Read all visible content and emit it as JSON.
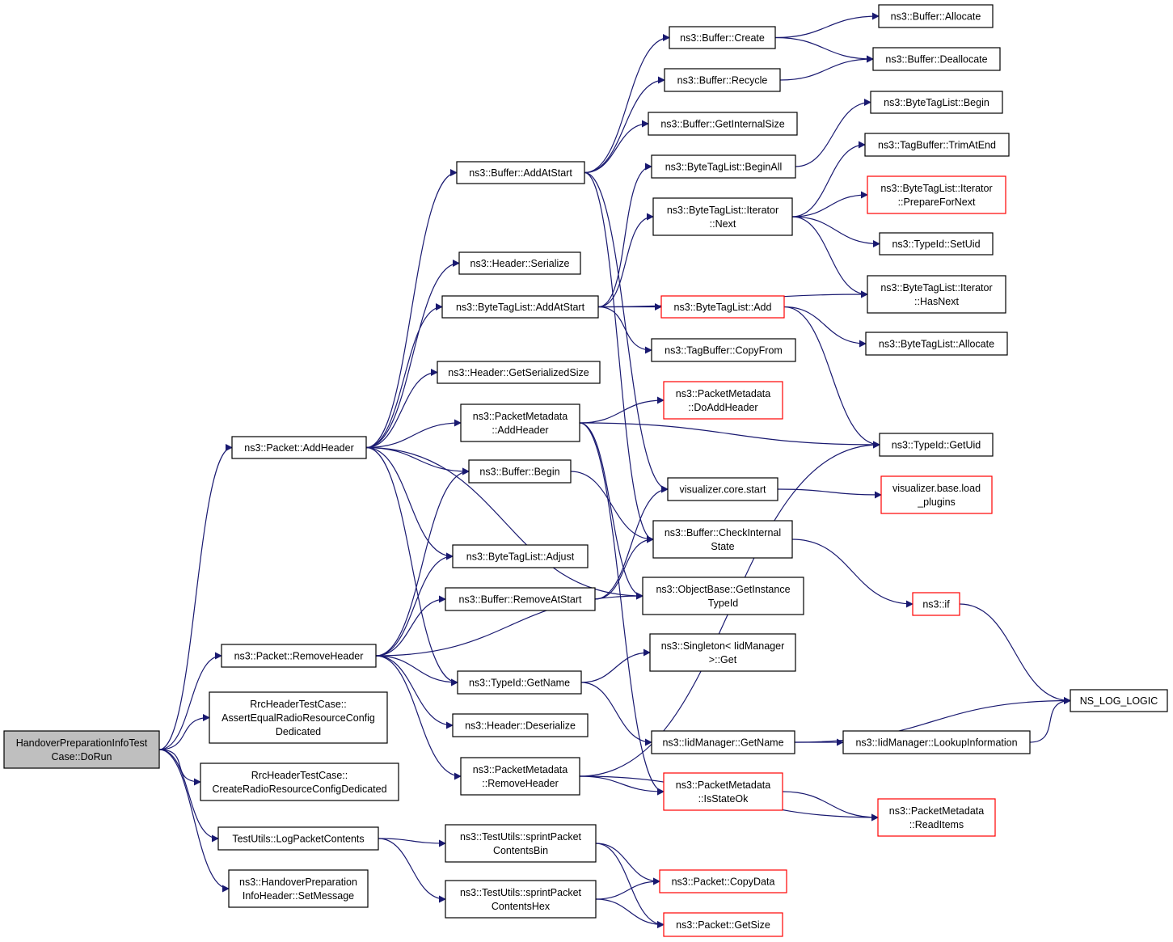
{
  "colors": {
    "edge": "#191970",
    "node_border": "#000000",
    "node_border_truncated": "#ff0000",
    "node_fill": "#ffffff",
    "root_fill": "#bfbfbf",
    "text": "#000000"
  },
  "nodes": {
    "root": {
      "lines": [
        "HandoverPreparationInfoTest",
        "Case::DoRun"
      ],
      "style": "root"
    },
    "packet_addheader": {
      "lines": [
        "ns3::Packet::AddHeader"
      ],
      "style": "normal"
    },
    "packet_removeheader": {
      "lines": [
        "ns3::Packet::RemoveHeader"
      ],
      "style": "normal"
    },
    "rrc_assert": {
      "lines": [
        "RrcHeaderTestCase::",
        "AssertEqualRadioResourceConfig",
        "Dedicated"
      ],
      "style": "normal"
    },
    "rrc_create": {
      "lines": [
        "RrcHeaderTestCase::",
        "CreateRadioResourceConfigDedicated"
      ],
      "style": "normal"
    },
    "testutils_log": {
      "lines": [
        "TestUtils::LogPacketContents"
      ],
      "style": "normal"
    },
    "hoprep_setmessage": {
      "lines": [
        "ns3::HandoverPreparation",
        "InfoHeader::SetMessage"
      ],
      "style": "normal"
    },
    "buffer_addatstart": {
      "lines": [
        "ns3::Buffer::AddAtStart"
      ],
      "style": "normal"
    },
    "header_serialize": {
      "lines": [
        "ns3::Header::Serialize"
      ],
      "style": "normal"
    },
    "btl_addatstart": {
      "lines": [
        "ns3::ByteTagList::AddAtStart"
      ],
      "style": "normal"
    },
    "header_getserializedsize": {
      "lines": [
        "ns3::Header::GetSerializedSize"
      ],
      "style": "normal"
    },
    "pm_addheader": {
      "lines": [
        "ns3::PacketMetadata",
        "::AddHeader"
      ],
      "style": "normal"
    },
    "buffer_begin": {
      "lines": [
        "ns3::Buffer::Begin"
      ],
      "style": "normal"
    },
    "btl_adjust": {
      "lines": [
        "ns3::ByteTagList::Adjust"
      ],
      "style": "normal"
    },
    "buffer_removeatstart": {
      "lines": [
        "ns3::Buffer::RemoveAtStart"
      ],
      "style": "normal"
    },
    "typeid_getname": {
      "lines": [
        "ns3::TypeId::GetName"
      ],
      "style": "normal"
    },
    "header_deserialize": {
      "lines": [
        "ns3::Header::Deserialize"
      ],
      "style": "normal"
    },
    "pm_removeheader": {
      "lines": [
        "ns3::PacketMetadata",
        "::RemoveHeader"
      ],
      "style": "normal"
    },
    "tu_sprintbin": {
      "lines": [
        "ns3::TestUtils::sprintPacket",
        "ContentsBin"
      ],
      "style": "normal"
    },
    "tu_sprinthex": {
      "lines": [
        "ns3::TestUtils::sprintPacket",
        "ContentsHex"
      ],
      "style": "normal"
    },
    "buffer_create": {
      "lines": [
        "ns3::Buffer::Create"
      ],
      "style": "normal"
    },
    "buffer_recycle": {
      "lines": [
        "ns3::Buffer::Recycle"
      ],
      "style": "normal"
    },
    "buffer_getinternalsize": {
      "lines": [
        "ns3::Buffer::GetInternalSize"
      ],
      "style": "normal"
    },
    "btl_beginall": {
      "lines": [
        "ns3::ByteTagList::BeginAll"
      ],
      "style": "normal"
    },
    "btl_iter_next": {
      "lines": [
        "ns3::ByteTagList::Iterator",
        "::Next"
      ],
      "style": "normal"
    },
    "btl_add": {
      "lines": [
        "ns3::ByteTagList::Add"
      ],
      "style": "truncated"
    },
    "tagbuffer_copyfrom": {
      "lines": [
        "ns3::TagBuffer::CopyFrom"
      ],
      "style": "normal"
    },
    "pm_doaddheader": {
      "lines": [
        "ns3::PacketMetadata",
        "::DoAddHeader"
      ],
      "style": "truncated"
    },
    "vis_core_start": {
      "lines": [
        "visualizer.core.start"
      ],
      "style": "normal"
    },
    "buffer_checkinternal": {
      "lines": [
        "ns3::Buffer::CheckInternal",
        "State"
      ],
      "style": "normal"
    },
    "objectbase_getinstance": {
      "lines": [
        "ns3::ObjectBase::GetInstance",
        "TypeId"
      ],
      "style": "normal"
    },
    "singleton_get": {
      "lines": [
        "ns3::Singleton< IidManager",
        ">::Get"
      ],
      "style": "normal"
    },
    "iidmanager_getname": {
      "lines": [
        "ns3::IidManager::GetName"
      ],
      "style": "normal"
    },
    "pm_isstateok": {
      "lines": [
        "ns3::PacketMetadata",
        "::IsStateOk"
      ],
      "style": "truncated"
    },
    "packet_copydata": {
      "lines": [
        "ns3::Packet::CopyData"
      ],
      "style": "truncated"
    },
    "packet_getsize": {
      "lines": [
        "ns3::Packet::GetSize"
      ],
      "style": "truncated"
    },
    "buffer_allocate": {
      "lines": [
        "ns3::Buffer::Allocate"
      ],
      "style": "normal"
    },
    "buffer_deallocate": {
      "lines": [
        "ns3::Buffer::Deallocate"
      ],
      "style": "normal"
    },
    "btl_begin": {
      "lines": [
        "ns3::ByteTagList::Begin"
      ],
      "style": "normal"
    },
    "tagbuffer_trimatend": {
      "lines": [
        "ns3::TagBuffer::TrimAtEnd"
      ],
      "style": "normal"
    },
    "btl_iter_preparefornext": {
      "lines": [
        "ns3::ByteTagList::Iterator",
        "::PrepareForNext"
      ],
      "style": "truncated"
    },
    "typeid_setuid": {
      "lines": [
        "ns3::TypeId::SetUid"
      ],
      "style": "normal"
    },
    "btl_iter_hasnext": {
      "lines": [
        "ns3::ByteTagList::Iterator",
        "::HasNext"
      ],
      "style": "normal"
    },
    "btl_allocate": {
      "lines": [
        "ns3::ByteTagList::Allocate"
      ],
      "style": "normal"
    },
    "typeid_getuid": {
      "lines": [
        "ns3::TypeId::GetUid"
      ],
      "style": "normal"
    },
    "vis_base_loadplugins": {
      "lines": [
        "visualizer.base.load",
        "_plugins"
      ],
      "style": "truncated"
    },
    "ns3_if": {
      "lines": [
        "ns3::if"
      ],
      "style": "truncated"
    },
    "ns_log_logic": {
      "lines": [
        "NS_LOG_LOGIC"
      ],
      "style": "normal"
    },
    "iidmanager_lookupinfo": {
      "lines": [
        "ns3::IidManager::LookupInformation"
      ],
      "style": "normal"
    },
    "pm_readitems": {
      "lines": [
        "ns3::PacketMetadata",
        "::ReadItems"
      ],
      "style": "truncated"
    }
  },
  "edges": [
    [
      "root",
      "packet_addheader"
    ],
    [
      "root",
      "packet_removeheader"
    ],
    [
      "root",
      "rrc_assert"
    ],
    [
      "root",
      "rrc_create"
    ],
    [
      "root",
      "testutils_log"
    ],
    [
      "root",
      "hoprep_setmessage"
    ],
    [
      "packet_addheader",
      "buffer_addatstart"
    ],
    [
      "packet_addheader",
      "header_serialize"
    ],
    [
      "packet_addheader",
      "btl_addatstart"
    ],
    [
      "packet_addheader",
      "header_getserializedsize"
    ],
    [
      "packet_addheader",
      "pm_addheader"
    ],
    [
      "packet_addheader",
      "buffer_begin"
    ],
    [
      "packet_addheader",
      "btl_adjust"
    ],
    [
      "packet_addheader",
      "typeid_getname"
    ],
    [
      "packet_addheader",
      "objectbase_getinstance"
    ],
    [
      "packet_removeheader",
      "buffer_begin"
    ],
    [
      "packet_removeheader",
      "btl_adjust"
    ],
    [
      "packet_removeheader",
      "buffer_removeatstart"
    ],
    [
      "packet_removeheader",
      "objectbase_getinstance"
    ],
    [
      "packet_removeheader",
      "typeid_getname"
    ],
    [
      "packet_removeheader",
      "header_deserialize"
    ],
    [
      "packet_removeheader",
      "pm_removeheader"
    ],
    [
      "testutils_log",
      "tu_sprintbin"
    ],
    [
      "testutils_log",
      "tu_sprinthex"
    ],
    [
      "buffer_addatstart",
      "buffer_create"
    ],
    [
      "buffer_addatstart",
      "buffer_recycle"
    ],
    [
      "buffer_addatstart",
      "buffer_getinternalsize"
    ],
    [
      "buffer_addatstart",
      "vis_core_start"
    ],
    [
      "buffer_addatstart",
      "buffer_checkinternal"
    ],
    [
      "btl_addatstart",
      "btl_beginall"
    ],
    [
      "btl_addatstart",
      "btl_iter_next"
    ],
    [
      "btl_addatstart",
      "btl_iter_hasnext"
    ],
    [
      "btl_addatstart",
      "btl_add"
    ],
    [
      "btl_addatstart",
      "tagbuffer_copyfrom"
    ],
    [
      "pm_addheader",
      "pm_doaddheader"
    ],
    [
      "pm_addheader",
      "typeid_getuid"
    ],
    [
      "pm_addheader",
      "objectbase_getinstance"
    ],
    [
      "pm_addheader",
      "pm_isstateok"
    ],
    [
      "buffer_begin",
      "buffer_checkinternal"
    ],
    [
      "buffer_removeatstart",
      "vis_core_start"
    ],
    [
      "buffer_removeatstart",
      "buffer_checkinternal"
    ],
    [
      "typeid_getname",
      "singleton_get"
    ],
    [
      "typeid_getname",
      "iidmanager_getname"
    ],
    [
      "pm_removeheader",
      "typeid_getuid"
    ],
    [
      "pm_removeheader",
      "pm_isstateok"
    ],
    [
      "pm_removeheader",
      "pm_readitems"
    ],
    [
      "tu_sprintbin",
      "packet_copydata"
    ],
    [
      "tu_sprintbin",
      "packet_getsize"
    ],
    [
      "tu_sprinthex",
      "packet_copydata"
    ],
    [
      "tu_sprinthex",
      "packet_getsize"
    ],
    [
      "buffer_create",
      "buffer_allocate"
    ],
    [
      "buffer_create",
      "buffer_deallocate"
    ],
    [
      "buffer_recycle",
      "buffer_deallocate"
    ],
    [
      "btl_beginall",
      "btl_begin"
    ],
    [
      "btl_iter_next",
      "tagbuffer_trimatend"
    ],
    [
      "btl_iter_next",
      "btl_iter_preparefornext"
    ],
    [
      "btl_iter_next",
      "typeid_setuid"
    ],
    [
      "btl_iter_next",
      "btl_iter_hasnext"
    ],
    [
      "btl_add",
      "btl_allocate"
    ],
    [
      "btl_add",
      "typeid_getuid"
    ],
    [
      "vis_core_start",
      "vis_base_loadplugins"
    ],
    [
      "buffer_checkinternal",
      "ns3_if"
    ],
    [
      "ns3_if",
      "ns_log_logic"
    ],
    [
      "iidmanager_getname",
      "iidmanager_lookupinfo"
    ],
    [
      "iidmanager_getname",
      "ns_log_logic"
    ],
    [
      "iidmanager_lookupinfo",
      "ns_log_logic"
    ],
    [
      "pm_isstateok",
      "pm_readitems"
    ]
  ]
}
